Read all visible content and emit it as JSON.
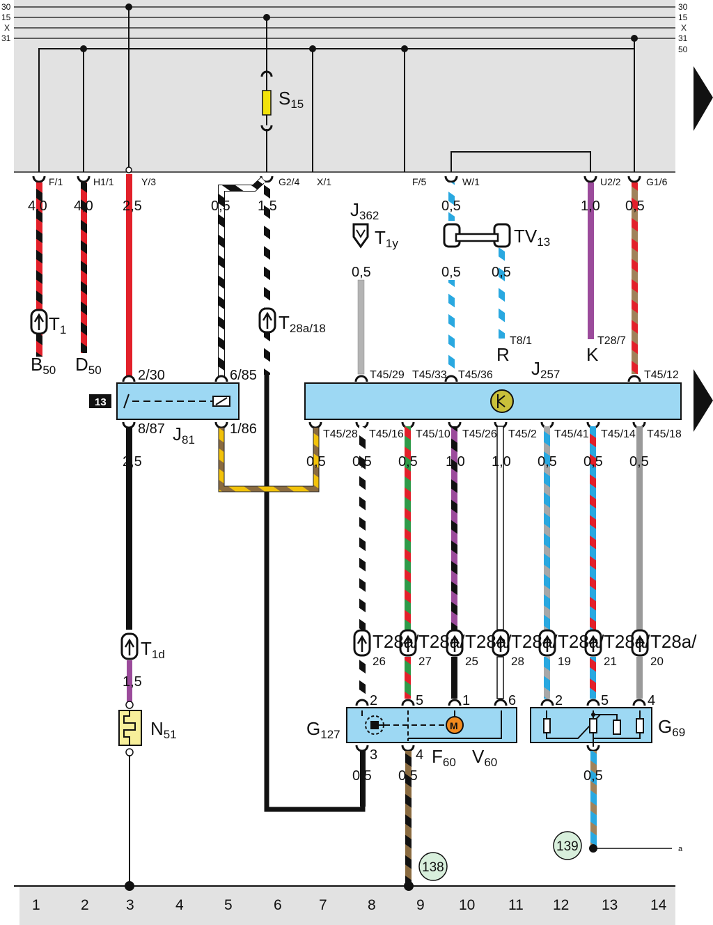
{
  "bus_labels": [
    "30",
    "15",
    "X",
    "31",
    "50"
  ],
  "top_terminals": {
    "t1": "F/1",
    "t2": "H1/1",
    "t3": "Y/3",
    "t4": "G2/4",
    "t5": "X/1",
    "t6": "F/5",
    "t7": "W/1",
    "t8": "U2/2",
    "t9": "G1/6"
  },
  "fuse": {
    "name": "S",
    "sub": "15"
  },
  "wire_sizes": {
    "w1": "4,0",
    "w2": "4,0",
    "w3": "2,5",
    "w4": "0,5",
    "w5": "1,5",
    "w6": "0,5",
    "w7": "1,0",
    "w8": "0,5",
    "w9": "0,5",
    "w10": "0,5",
    "w11": "0,5",
    "w12": "2,5",
    "w13": "0,5",
    "w14": "0,5",
    "w15": "0,5",
    "w16": "1,0",
    "w17": "1,0",
    "w18": "0,5",
    "w19": "0,5",
    "w20": "0,5",
    "w21": "1,5",
    "w22": "0,5",
    "w23": "0,5",
    "w24": "0,5"
  },
  "components": {
    "t1": {
      "name": "T",
      "sub": "1"
    },
    "b50": {
      "name": "B",
      "sub": "50"
    },
    "d50": {
      "name": "D",
      "sub": "50"
    },
    "t28a18": {
      "name": "T",
      "sub": "28a/18"
    },
    "j362": {
      "name": "J",
      "sub": "362"
    },
    "t1y": {
      "name": "T",
      "sub": "1y"
    },
    "tv13": {
      "name": "TV",
      "sub": "13"
    },
    "r": {
      "name": "R",
      "sup": "T8/1"
    },
    "k": {
      "name": "K",
      "sup": "T28/7"
    },
    "j257": {
      "name": "J",
      "sub": "257"
    },
    "j81": {
      "name": "J",
      "sub": "81"
    },
    "t1d": {
      "name": "T",
      "sub": "1d"
    },
    "n51": {
      "name": "N",
      "sub": "51"
    },
    "g127": {
      "name": "G",
      "sub": "127"
    },
    "f60": {
      "name": "F",
      "sub": "60"
    },
    "v60": {
      "name": "V",
      "sub": "60"
    },
    "g69": {
      "name": "G",
      "sub": "69"
    }
  },
  "relay": {
    "badge": "13",
    "pin_tl": "2/30",
    "pin_tr": "6/85",
    "pin_bl": "8/87",
    "pin_br": "1/86"
  },
  "module_pins": {
    "top": [
      "T45/29",
      "T45/33",
      "T45/36",
      "T45/12"
    ],
    "bottom": [
      "T45/28",
      "T45/16",
      "T45/10",
      "T45/26",
      "T45/2",
      "T45/41",
      "T45/14",
      "T45/18"
    ]
  },
  "connectors_t28a": [
    {
      "label": "T28a/",
      "num": "26"
    },
    {
      "label": "T28a/",
      "num": "27"
    },
    {
      "label": "T28a/",
      "num": "25"
    },
    {
      "label": "T28a/",
      "num": "28"
    },
    {
      "label": "T28a/",
      "num": "19"
    },
    {
      "label": "T28a/",
      "num": "21"
    },
    {
      "label": "T28a/",
      "num": "20"
    }
  ],
  "pin_numbers": {
    "g127_top": [
      "2",
      "5",
      "1",
      "6"
    ],
    "g127_bottom": [
      "3",
      "4"
    ],
    "g69_top": [
      "2",
      "5",
      "4"
    ]
  },
  "ground_points": {
    "p138": "138",
    "p139": "139"
  },
  "note_a": "a",
  "columns": [
    "1",
    "2",
    "3",
    "4",
    "5",
    "6",
    "7",
    "8",
    "9",
    "10",
    "11",
    "12",
    "13",
    "14"
  ],
  "colors": {
    "panel": "#e2e2e2",
    "module": "#9dd8f3",
    "red": "#e2202a",
    "blue": "#29a8e0",
    "purple": "#9b4b9b",
    "grey": "#9a9a9a",
    "brown": "#a0825a",
    "yellow": "#f2d20a",
    "green": "#2e9a48",
    "ground": "#d8efdc"
  }
}
